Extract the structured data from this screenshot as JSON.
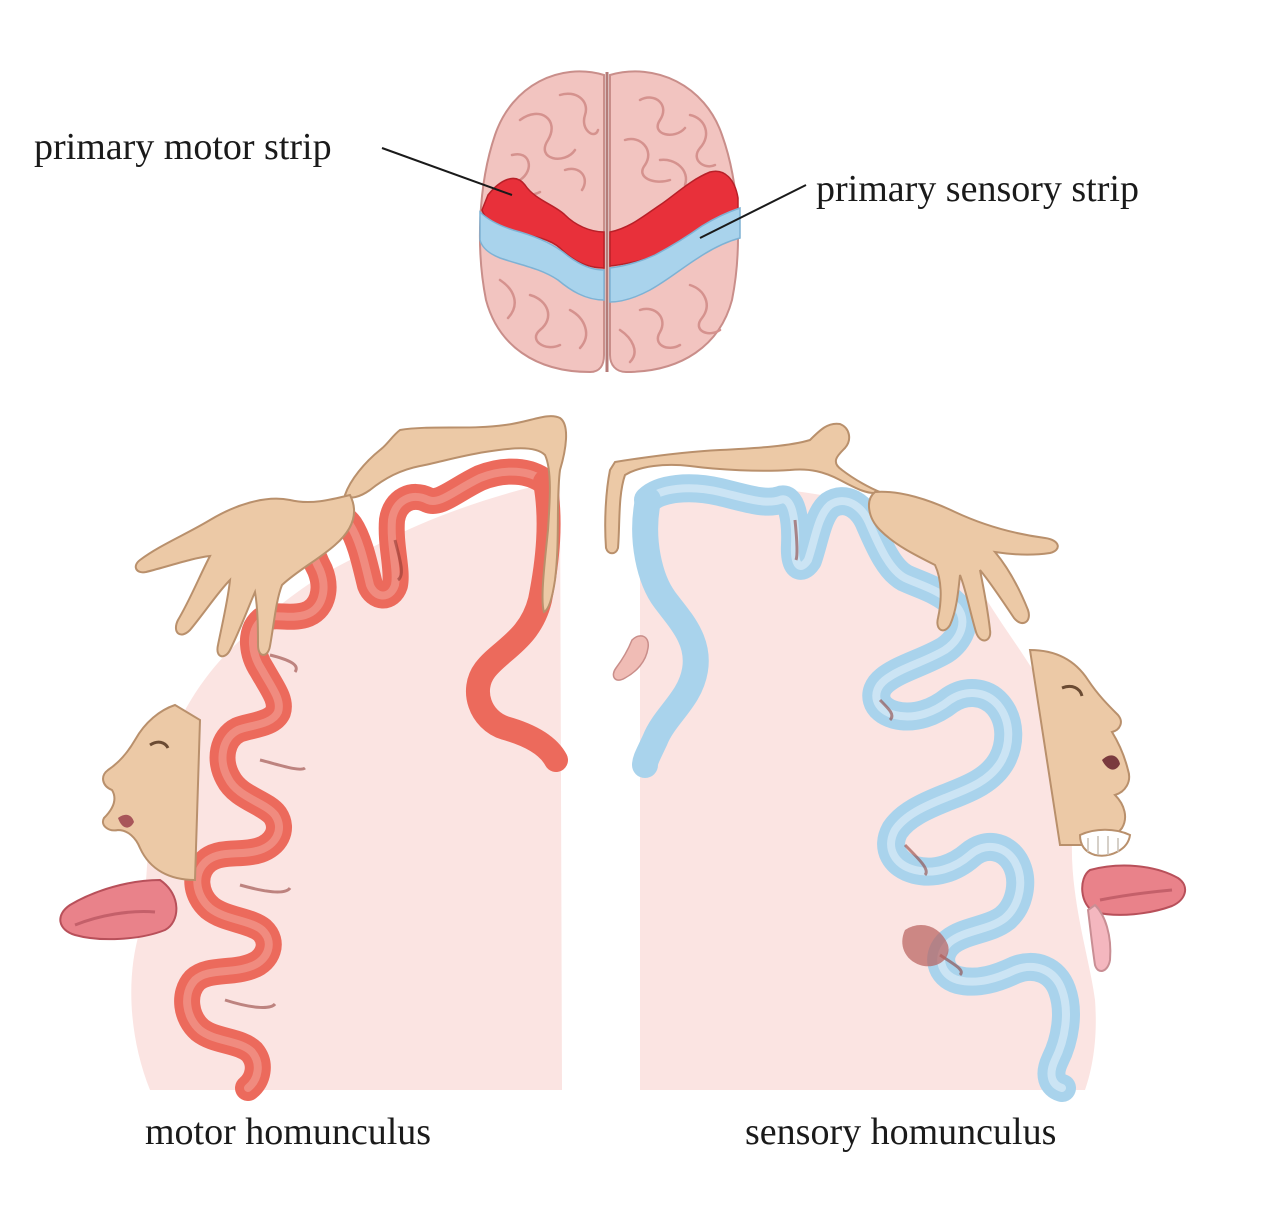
{
  "labels": {
    "motor_strip": "primary motor strip",
    "sensory_strip": "primary sensory strip",
    "motor_homunculus": "motor homunculus",
    "sensory_homunculus": "sensory homunculus"
  },
  "colors": {
    "brain_tissue": "#f2c4c0",
    "brain_sulci": "#d99a96",
    "motor_cortex": "#ec6a5c",
    "motor_strip_top": "#e8303a",
    "sensory_cortex": "#a9d3ec",
    "white_matter": "#fbe4e2",
    "skin": "#ecc9a6",
    "skin_outline": "#b9906c",
    "tongue": "#e9828a"
  }
}
